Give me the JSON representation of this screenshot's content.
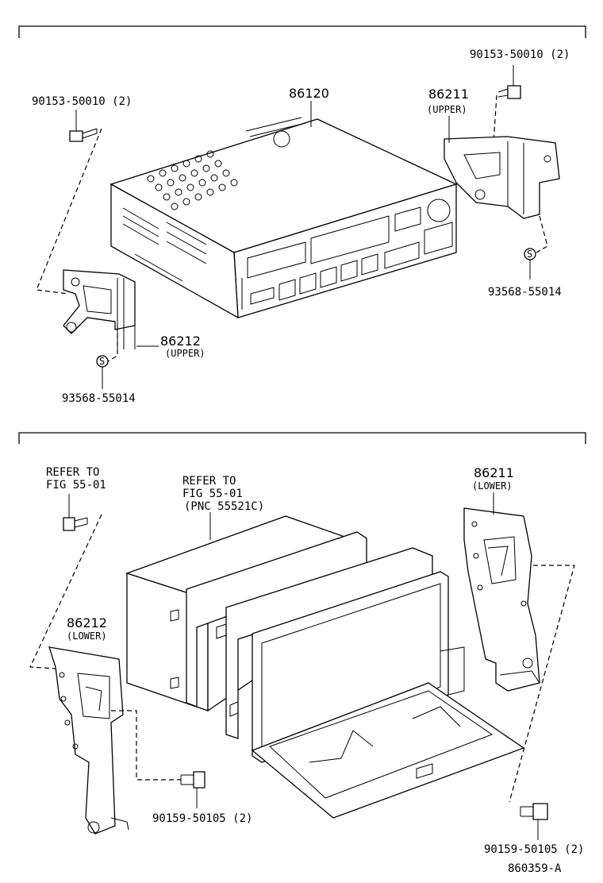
{
  "top_section": {
    "radio_part": "86120",
    "bolt_left": "90153-50010 (2)",
    "bolt_right": "90153-50010 (2)",
    "bracket_right": {
      "number": "86211",
      "position": "(UPPER)"
    },
    "bracket_left": {
      "number": "86212",
      "position": "(UPPER)"
    },
    "nut_left": "93568-55014",
    "nut_right": "93568-55014"
  },
  "bottom_section": {
    "refer_left": {
      "line1": "REFER TO",
      "line2": "FIG 55-01"
    },
    "refer_center": {
      "line1": "REFER TO",
      "line2": "FIG 55-01",
      "line3": "(PNC 55521C)"
    },
    "bracket_right": {
      "number": "86211",
      "position": "(LOWER)"
    },
    "bracket_left": {
      "number": "86212",
      "position": "(LOWER)"
    },
    "screw_left": "90159-50105 (2)",
    "screw_right": "90159-50105 (2)"
  },
  "figure_id": "860359-A"
}
